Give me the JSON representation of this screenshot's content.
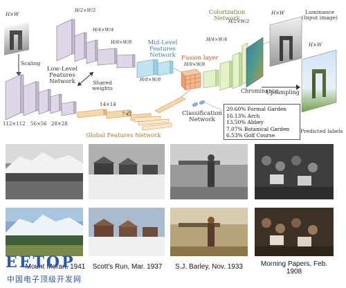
{
  "diagram": {
    "labels": {
      "hxw_top_left": "H×W",
      "scaling": "Scaling",
      "size_112": "112×112",
      "size_56": "56×56",
      "size_28": "28×28",
      "h2_w2": "H/2×W/2",
      "h4_w4": "H/4×W/4",
      "h8_w8_a": "H/8×W/8",
      "h8_w8_b": "H/8×W/8",
      "h8_w8_c": "H/8×W/8",
      "h4_w4_b": "H/4×W/4",
      "h2_w2_b": "H/2×W/2",
      "low_level": "Low-Level Features Network",
      "shared_weights": "Shared weights",
      "mid_level": "Mid-Level Features Network",
      "fusion_layer": "Fusion layer",
      "colorization": "Colorization Network",
      "global_features": "Global Features Network",
      "size_14": "14×14",
      "size_7": "7×7",
      "classification": "Classification Network",
      "chrominance": "Chrominance",
      "upsampling": "Upsampling",
      "hxw_luminance": "H×W",
      "luminance": "Luminance (Input image)",
      "hxw_output": "H×W",
      "predicted_labels": "Predicted labels"
    },
    "predictions": [
      "20.60% Formal Garden",
      "16.13% Arch",
      "13.50% Abbey",
      "7.07% Botanical Garden",
      "6.53% Golf Course"
    ]
  },
  "examples": {
    "captions": [
      "Mount Moran, 1941",
      "Scott's Run, Mar. 1937",
      "S.J. Barley, Nov. 1933",
      "Morning Papers, Feb. 1908"
    ]
  },
  "watermark": {
    "logo": "EETOP",
    "subtitle": "中国电子顶级开发网"
  }
}
